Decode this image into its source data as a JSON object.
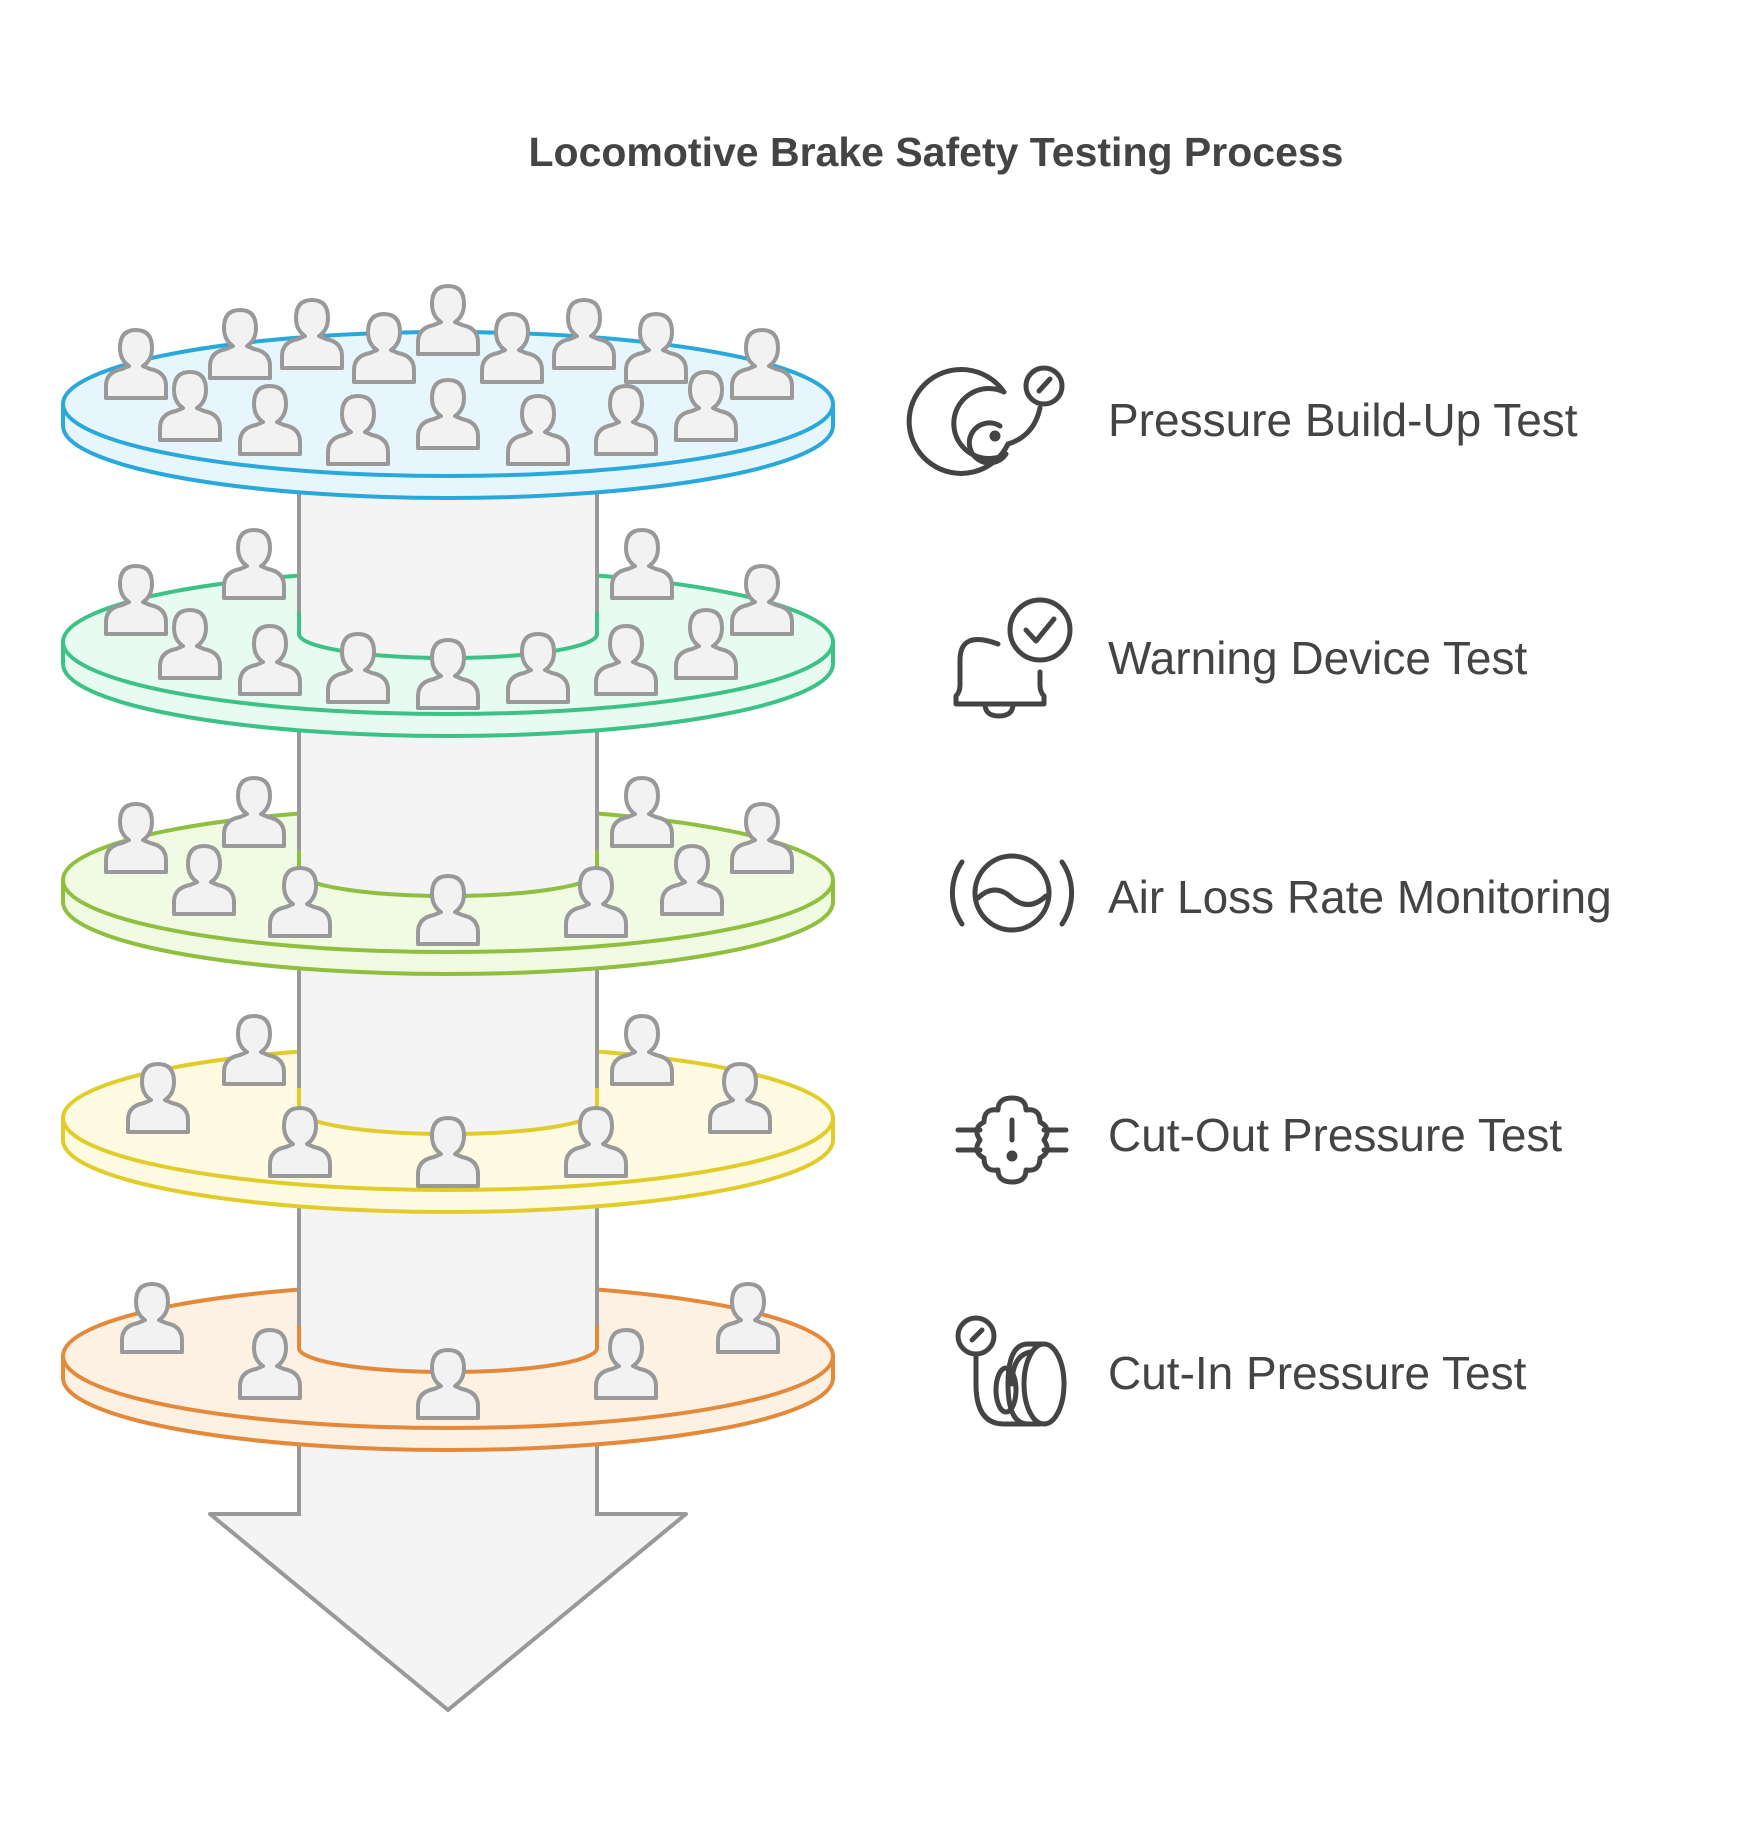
{
  "title": "Locomotive Brake Safety Testing Process",
  "colors": {
    "shaft_fill": "#f4f4f4",
    "shaft_stroke": "#999999",
    "person_stroke": "#999999",
    "text": "#444444"
  },
  "steps": [
    {
      "label": "Pressure Build-Up Test",
      "icon": "pressure-gauge-spiral-icon",
      "stroke": "#29a8dc",
      "fill": "#e7f6fc"
    },
    {
      "label": "Warning Device Test",
      "icon": "bell-check-icon",
      "stroke": "#3cc287",
      "fill": "#e7fbf1"
    },
    {
      "label": "Air Loss Rate Monitoring",
      "icon": "air-level-gauge-icon",
      "stroke": "#8fbf3f",
      "fill": "#f1fbe3"
    },
    {
      "label": "Cut-Out Pressure Test",
      "icon": "pressure-alert-valve-icon",
      "stroke": "#e2cc2a",
      "fill": "#fffbe2"
    },
    {
      "label": "Cut-In Pressure Test",
      "icon": "gauge-coil-icon",
      "stroke": "#e4893a",
      "fill": "#fdf1e4"
    }
  ]
}
